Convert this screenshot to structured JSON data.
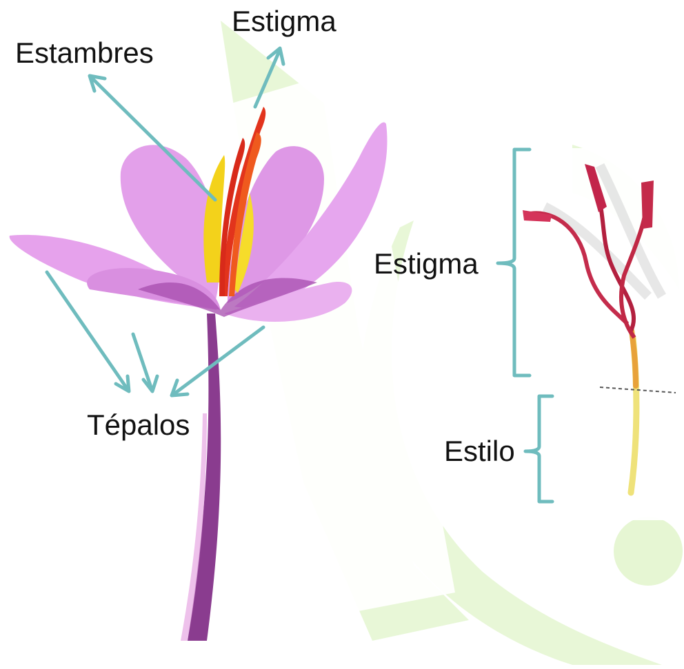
{
  "labels": {
    "estigma_top": "Estigma",
    "estambres": "Estambres",
    "tepalos": "Tépalos",
    "estigma_right": "Estigma",
    "estilo": "Estilo"
  },
  "colors": {
    "arrow": "#6fbcbe",
    "watermark": "#d6f0b6",
    "petal": "#e6a2ec",
    "petal_vein": "#a64cae",
    "stem": "#8a3c8f",
    "stamen": "#f3d21b",
    "stigma_red": "#e2341c",
    "stigma_crimson": "#b3203f",
    "style_yellow": "#efe27a",
    "text": "#111111"
  }
}
